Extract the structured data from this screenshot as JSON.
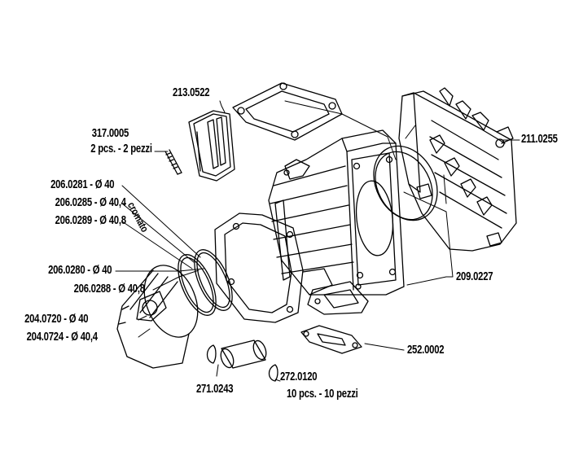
{
  "labels": {
    "p213_0522": "213.0522",
    "p317_0005": "317.0005",
    "p317_0005_qty": "2 pcs. - 2 pezzi",
    "p206_0281": "206.0281 - Ø 40",
    "p206_0285": "206.0285 - Ø 40,4",
    "p206_0289": "206.0289 - Ø 40,8",
    "cromato": "cromato",
    "p206_0280": "206.0280 - Ø 40",
    "p206_0288": "206.0288 - Ø 40,8",
    "p204_0720": "204.0720 - Ø 40",
    "p204_0724": "204.0724 - Ø 40,4",
    "p211_0255": "211.0255",
    "p209_0227": "209.0227",
    "p252_0002": "252.0002",
    "p271_0243": "271.0243",
    "p272_0120": "272.0120",
    "p272_0120_qty": "10 pcs. - 10 pezzi"
  },
  "parts": [
    {
      "id": "reed-block-gasket",
      "code": "213.0522"
    },
    {
      "id": "stud",
      "code": "317.0005"
    },
    {
      "id": "piston-rings",
      "code": "206.0281"
    },
    {
      "id": "piston-rings-chrome",
      "code": "206.0280"
    },
    {
      "id": "piston",
      "code": "204.0720"
    },
    {
      "id": "cylinder-head",
      "code": "211.0255"
    },
    {
      "id": "cylinder",
      "code": "209.0227"
    },
    {
      "id": "exhaust-gasket",
      "code": "252.0002"
    },
    {
      "id": "piston-pin",
      "code": "271.0243"
    },
    {
      "id": "circlip",
      "code": "272.0120"
    }
  ]
}
